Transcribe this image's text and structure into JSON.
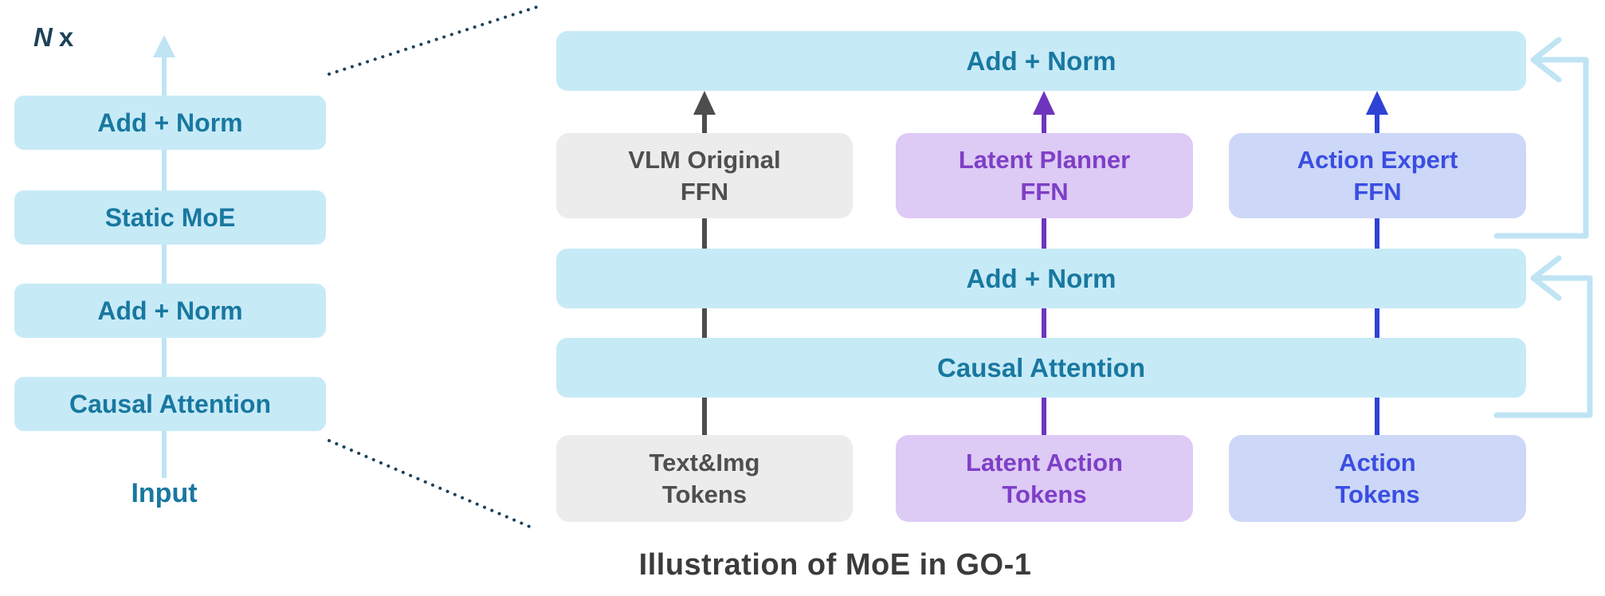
{
  "repeat": {
    "n": "N",
    "x": "x"
  },
  "left_stack": {
    "boxes": [
      {
        "label": "Add + Norm"
      },
      {
        "label": "Static MoE"
      },
      {
        "label": "Add + Norm"
      },
      {
        "label": "Causal Attention"
      }
    ],
    "input_label": "Input"
  },
  "right_panel": {
    "top_add_norm": "Add + Norm",
    "mid_add_norm": "Add + Norm",
    "causal_attention": "Causal Attention",
    "ffn": [
      {
        "line1": "VLM Original",
        "line2": "FFN"
      },
      {
        "line1": "Latent Planner",
        "line2": "FFN"
      },
      {
        "line1": "Action Expert",
        "line2": "FFN"
      }
    ],
    "tokens": [
      {
        "line1": "Text&Img",
        "line2": "Tokens"
      },
      {
        "line1": "Latent Action",
        "line2": "Tokens"
      },
      {
        "line1": "Action",
        "line2": "Tokens"
      }
    ]
  },
  "caption": "Illustration of MoE in GO-1",
  "colors": {
    "cyan_fill": "#c7eaf7",
    "teal_text": "#1878a0",
    "gray_fill": "#ececec",
    "gray_text": "#4f4f4f",
    "purple_fill": "#ddcaf5",
    "purple_text": "#7e3fc6",
    "periwinkle_fill": "#cdd7f7",
    "blue_text": "#3a4ee2",
    "arrow_gray": "#4d4d4d",
    "arrow_purple": "#6d35bd",
    "arrow_blue": "#2e43d6",
    "residual_blue": "#bfe4f4",
    "dotted_navy": "#1d4259"
  }
}
